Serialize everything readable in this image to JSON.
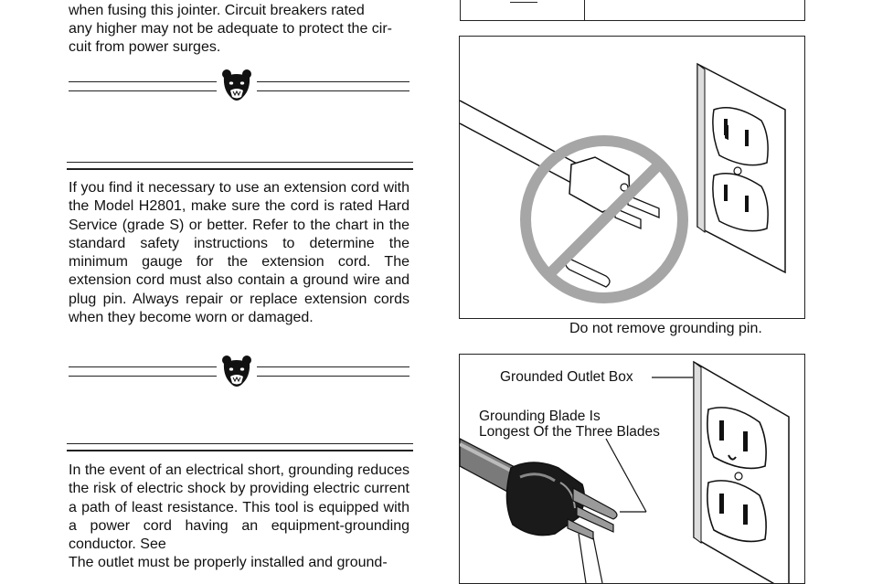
{
  "paragraphs": {
    "breaker_text": "when fusing this jointer. Circuit breakers rated any higher may not be adequate to protect the circuit from power surges.",
    "breaker_html_lines": [
      "when fusing this jointer. Circuit breakers rated",
      "any higher may not be adequate to protect the cir-",
      "cuit from power surges."
    ],
    "extension_cord": "If you find it necessary to use an extension cord with the Model H2801, make sure the cord is rated Hard Service (grade S) or better. Refer to the chart in the standard safety instructions to determine the minimum gauge for the extension cord. The extension cord must also contain a ground wire and plug pin. Always repair or replace extension cords when they become worn or damaged.",
    "grounding": "In the event of an electrical short, grounding reduces the risk of electric shock by providing electric current a path of least resistance. This tool is equipped with a power cord having an equipment-grounding conductor. See",
    "outlet_line": "The outlet must be properly installed and ground-"
  },
  "figures": {
    "no_remove_caption": "Do not remove grounding pin.",
    "outlet_box_label": "Grounded Outlet Box",
    "blade_label_line1": "Grounding Blade Is",
    "blade_label_line2": "Longest Of the Three Blades"
  },
  "colors": {
    "prohibition": "#a6a6a6",
    "text": "#111111",
    "line": "#222222"
  },
  "icons": {
    "warning_separator": "bear-head-icon"
  }
}
